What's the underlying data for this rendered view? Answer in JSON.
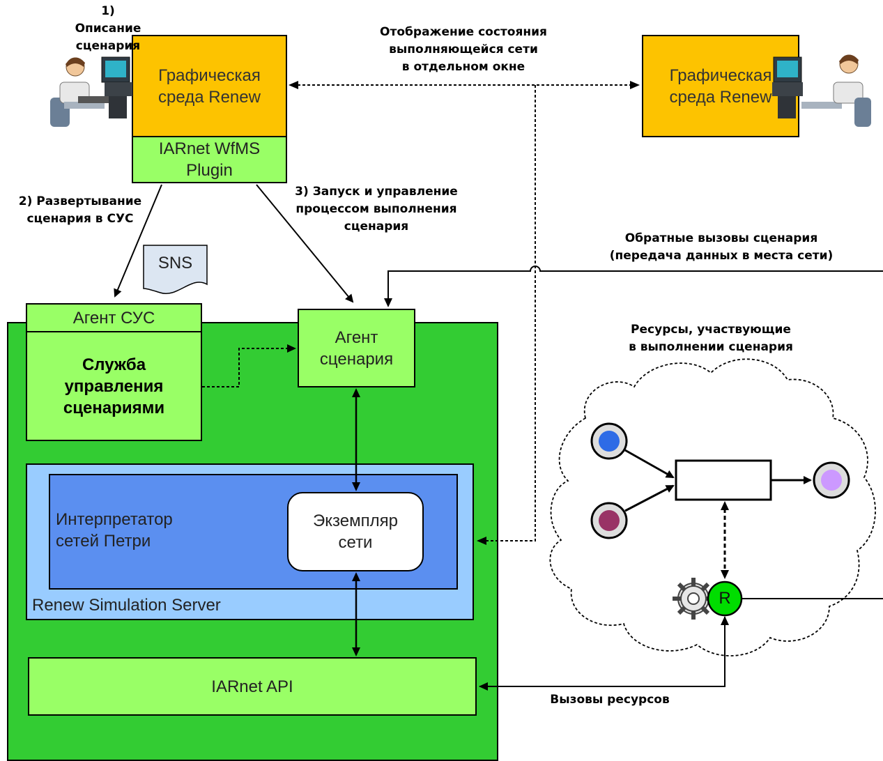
{
  "top_left": {
    "step1_label": "1) Описание\nсценария",
    "renew_title": "Графическая\nсреда Renew",
    "plugin_label": "IARnet WfMS\nPlugin"
  },
  "top_right": {
    "renew_title": "Графическая\nсреда Renew"
  },
  "labels": {
    "display_state": "Отображение состояния\nвыполняющейся сети\nв отдельном окне",
    "step2": "2) Развертывание\nсценария в СУС",
    "step3": "3) Запуск и управление\nпроцессом выполнения\nсценария",
    "callbacks": "Обратные вызовы сценария\n(передача данных в места сети)",
    "resources": "Ресурсы, участвующие\nв выполнении сценария",
    "resource_calls": "Вызовы ресурсов"
  },
  "sns_doc": "SNS",
  "sus_agent": "Агент СУС",
  "service": "Служба\nуправления\nсценариями",
  "scenario_agent": "Агент\nсценария",
  "interpreter": "Интерпретатор\nсетей Петри",
  "net_instance": "Экземпляр\nсети",
  "simulation_server": "Renew Simulation Server",
  "api": "IARnet API",
  "resource_token": "R",
  "colors": {
    "renew_orange": "#fdc300",
    "light_green": "#99ff66",
    "dark_green": "#33cc33",
    "light_blue": "#99ccff",
    "mid_blue": "#5b8ff0",
    "token_blue": "#2e6be6",
    "token_maroon": "#993366",
    "token_lilac": "#cc99ff",
    "resource_green": "#00dd00"
  }
}
